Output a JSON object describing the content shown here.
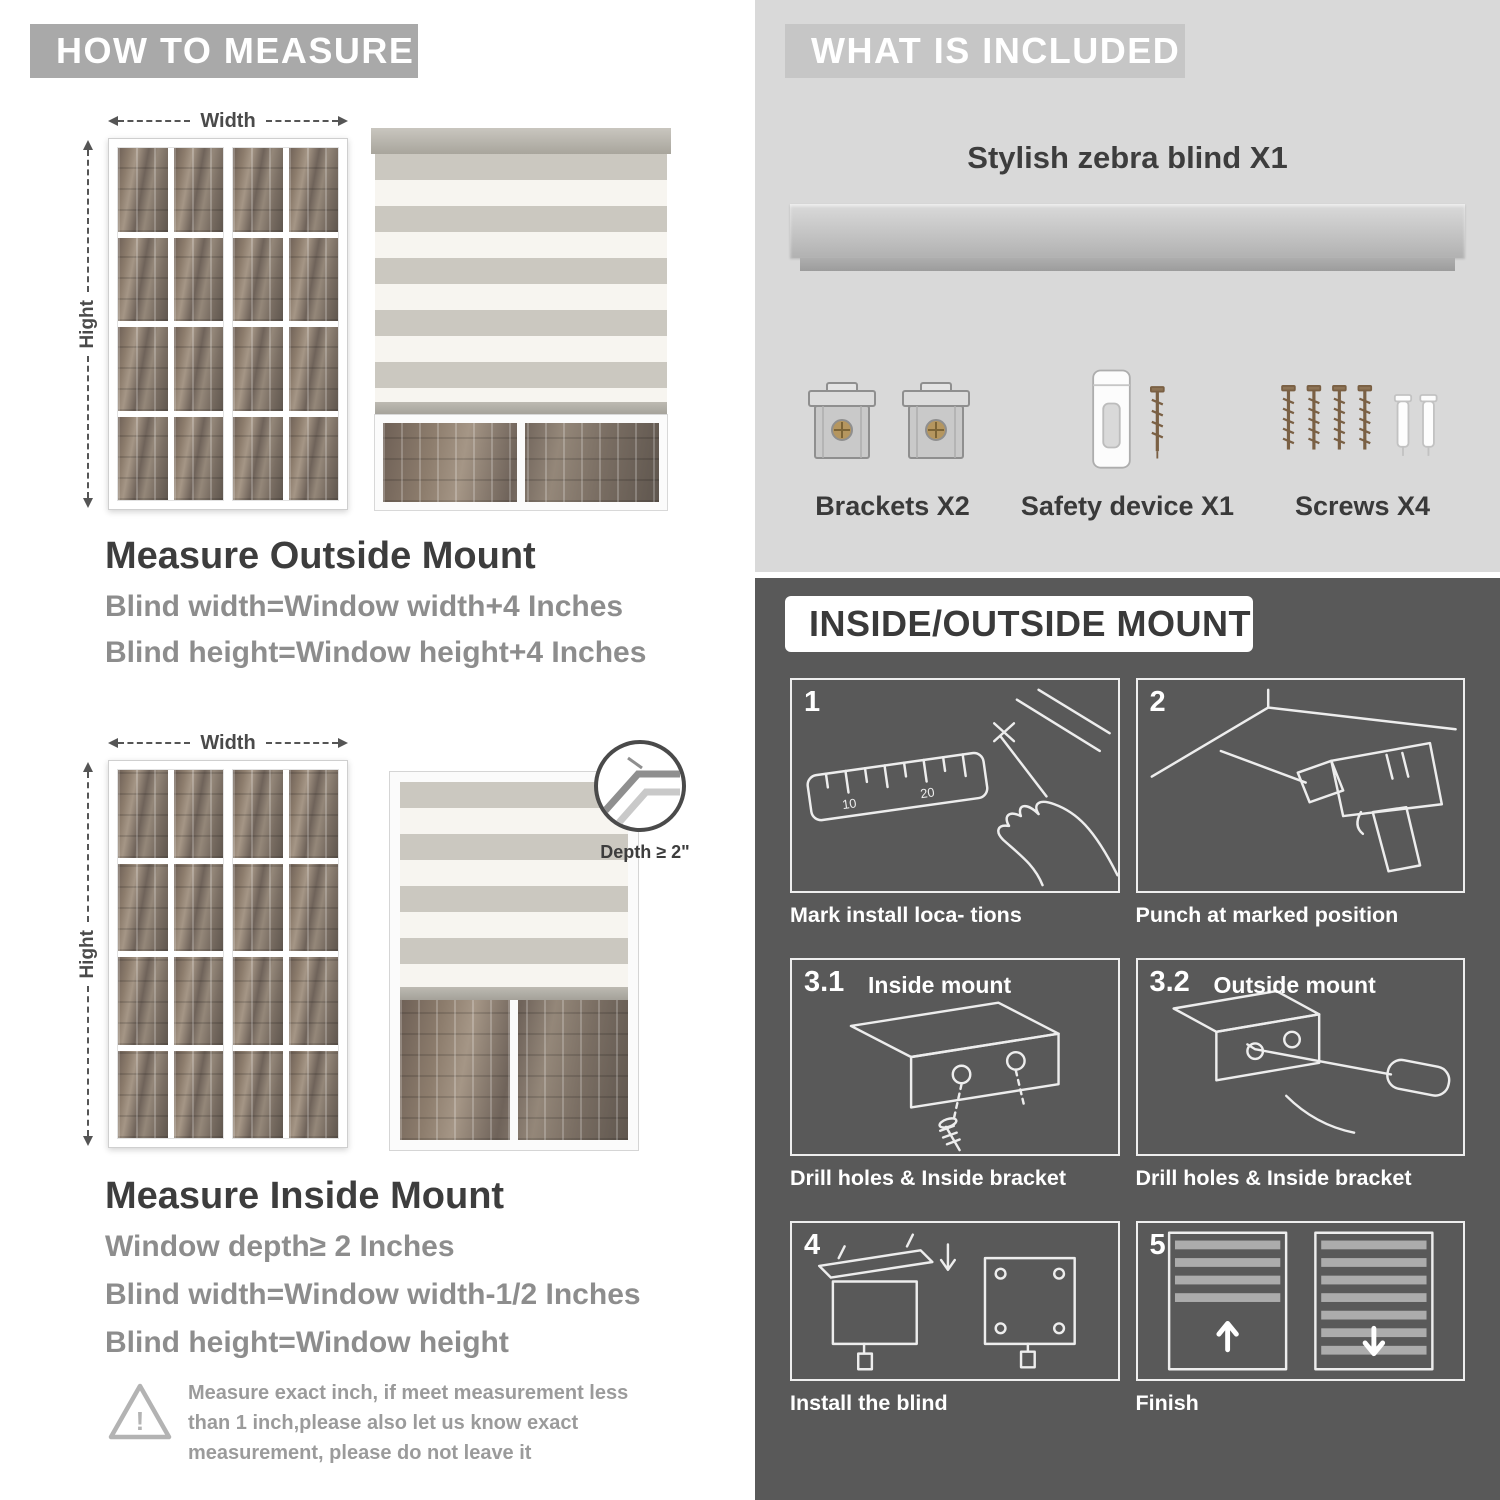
{
  "left": {
    "banner": "HOW TO MEASURE",
    "outside": {
      "width_label": "Width",
      "height_label": "Hight",
      "heading": "Measure Outside Mount",
      "lines": [
        "Blind width=Window width+4 Inches",
        "Blind height=Window height+4 Inches"
      ]
    },
    "inside": {
      "width_label": "Width",
      "height_label": "Hight",
      "depth_label": "Depth ≥ 2\"",
      "heading": "Measure Inside Mount",
      "lines": [
        "Window depth≥ 2 Inches",
        "Blind width=Window width-1/2 Inches",
        "Blind height=Window height"
      ]
    },
    "warning": {
      "icon": "!",
      "text": "Measure exact inch, if meet measurement less than 1 inch,please also let us know exact measurement, please do not leave it"
    }
  },
  "right": {
    "included": {
      "banner": "WHAT IS INCLUDED",
      "blind_label": "Stylish zebra blind X1",
      "items": [
        {
          "label": "Brackets X2"
        },
        {
          "label": "Safety device X1"
        },
        {
          "label": "Screws X4"
        }
      ]
    },
    "mount": {
      "heading": "INSIDE/OUTSIDE MOUNT",
      "steps": [
        {
          "num": "1",
          "sub": "",
          "caption": "Mark install loca- tions"
        },
        {
          "num": "2",
          "sub": "",
          "caption": "Punch at  marked position"
        },
        {
          "num": "3.1",
          "sub": "Inside mount",
          "caption": "Drill holes &  Inside bracket"
        },
        {
          "num": "3.2",
          "sub": "Outside mount",
          "caption": "Drill holes &  Inside bracket"
        },
        {
          "num": "4",
          "sub": "",
          "caption": "Install the blind"
        },
        {
          "num": "5",
          "sub": "",
          "caption": "Finish"
        }
      ]
    }
  },
  "colors": {
    "banner_gray": "#a9a9a9",
    "panel_light": "#d9d9d9",
    "panel_dark": "#595959",
    "heading_dark": "#3d3d3d",
    "text_gray": "#8d8d8d"
  }
}
